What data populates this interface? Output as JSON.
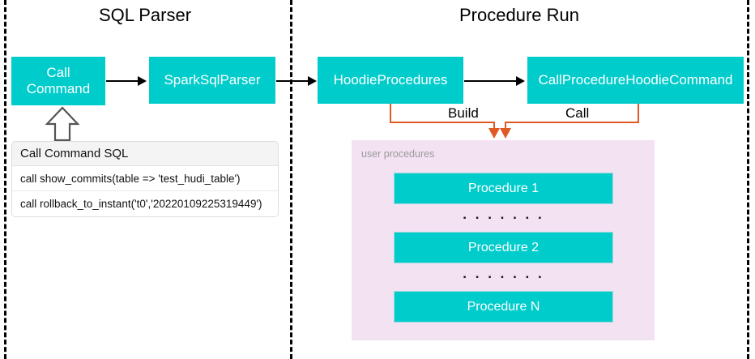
{
  "sections": {
    "sql_parser": {
      "title": "SQL Parser"
    },
    "procedure_run": {
      "title": "Procedure Run"
    }
  },
  "nodes": {
    "call_command": "Call\nCommand",
    "spark_sql_parser": "SparkSqlParser",
    "hoodie_procedures": "HoodieProcedures",
    "call_procedure_hoodie_command": "CallProcedureHoodieCommand"
  },
  "edges": {
    "build_label": "Build",
    "call_label": "Call"
  },
  "sql_table": {
    "header": "Call Command SQL",
    "rows": [
      "call show_commits(table => 'test_hudi_table')",
      "call rollback_to_instant('t0','20220109225319449')"
    ]
  },
  "user_procedures": {
    "label": "user procedures",
    "items": [
      {
        "name": "Procedure 1"
      },
      {
        "name": "Procedure 2"
      },
      {
        "name": "Procedure N"
      }
    ],
    "ellipsis": ". . . . . . ."
  },
  "colors": {
    "node_fill": "#00CCCC",
    "node_text": "#FFFFFF",
    "panel_fill": "#F2E2F2",
    "connector": "#E05A25",
    "arrow": "#000000",
    "divider": "#000000"
  }
}
